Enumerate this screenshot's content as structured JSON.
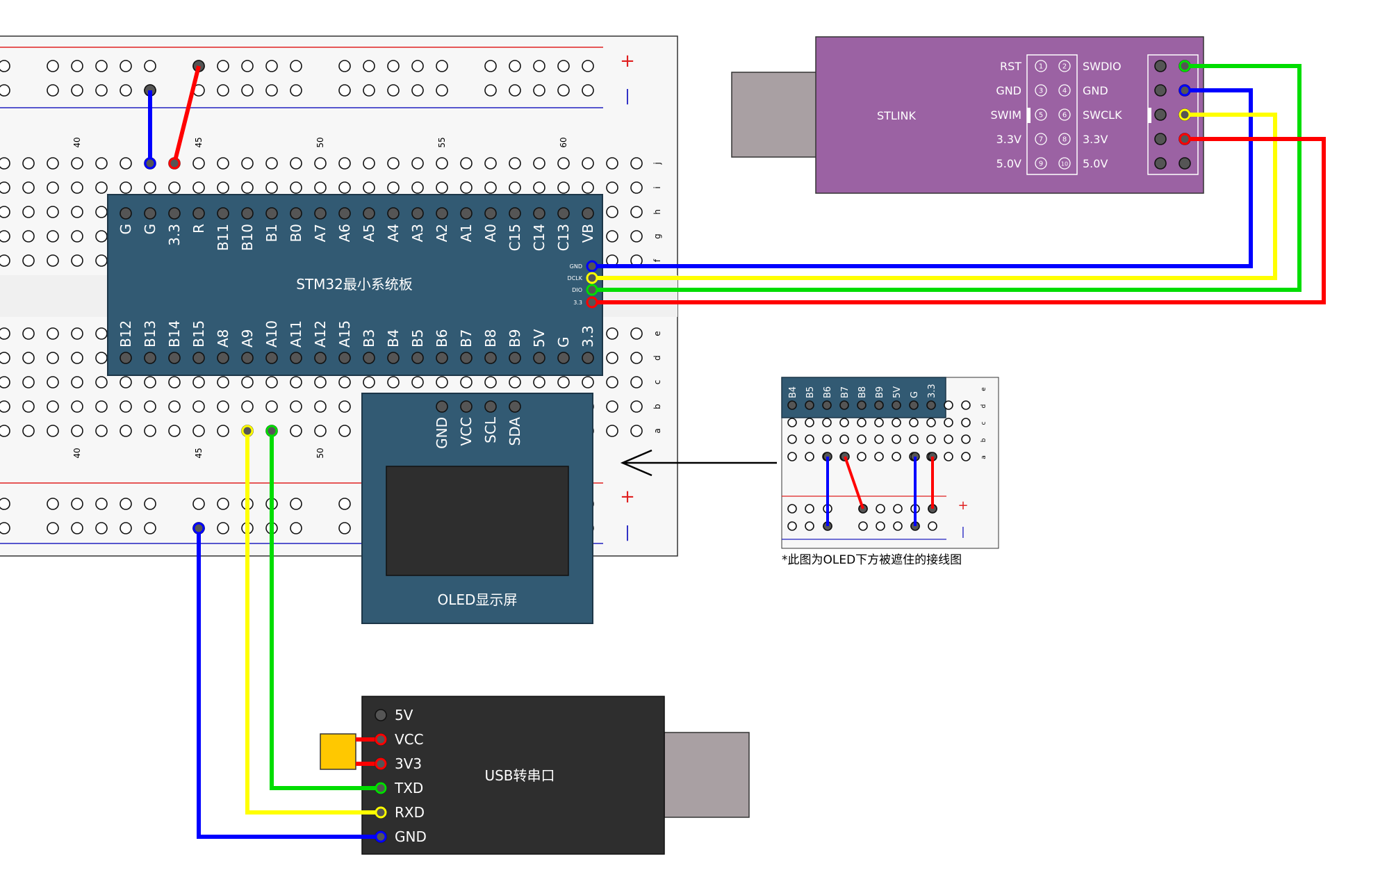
{
  "breadboard": {
    "plus_symbol": "+",
    "minus_symbol": "|",
    "column_numbers_top": [
      "40",
      "45",
      "50",
      "55",
      "60"
    ],
    "column_numbers_bottom": [
      "40",
      "45",
      "50"
    ],
    "row_letters_top": [
      "j",
      "i",
      "h",
      "g",
      "f"
    ],
    "row_letters_bottom": [
      "e",
      "d",
      "c",
      "b",
      "a"
    ]
  },
  "stm32": {
    "title": "STM32最小系统板",
    "top_pins": [
      "G",
      "G",
      "3.3",
      "R",
      "B11",
      "B10",
      "B1",
      "B0",
      "A7",
      "A6",
      "A5",
      "A4",
      "A3",
      "A2",
      "A1",
      "A0",
      "C15",
      "C14",
      "C13",
      "VB"
    ],
    "bottom_pins": [
      "B12",
      "B13",
      "B14",
      "B15",
      "A8",
      "A9",
      "A10",
      "A11",
      "A12",
      "A15",
      "B3",
      "B4",
      "B5",
      "B6",
      "B7",
      "B8",
      "B9",
      "5V",
      "G",
      "3.3"
    ],
    "debug_pins": [
      "GND",
      "DCLK",
      "DIO",
      "3.3"
    ]
  },
  "stlink": {
    "title": "STLINK",
    "left_labels": [
      "RST",
      "GND",
      "SWIM",
      "3.3V",
      "5.0V"
    ],
    "right_labels": [
      "SWDIO",
      "GND",
      "SWCLK",
      "3.3V",
      "5.0V"
    ],
    "pin_numbers": [
      "1",
      "2",
      "3",
      "4",
      "5",
      "6",
      "7",
      "8",
      "9",
      "10"
    ]
  },
  "oled": {
    "title": "OLED显示屏",
    "pins": [
      "GND",
      "VCC",
      "SCL",
      "SDA"
    ]
  },
  "usb_serial": {
    "title": "USB转串口",
    "pins": [
      "5V",
      "VCC",
      "3V3",
      "TXD",
      "RXD",
      "GND"
    ]
  },
  "inset": {
    "pins": [
      "B4",
      "B5",
      "B6",
      "B7",
      "B8",
      "B9",
      "5V",
      "G",
      "3.3"
    ],
    "row_letters": [
      "e",
      "d",
      "c",
      "b",
      "a"
    ],
    "plus_symbol": "+",
    "minus_symbol": "|",
    "caption": "*此图为OLED下方被遮住的接线图"
  },
  "colors": {
    "board_blue": "#325a73",
    "stlink_purple": "#9b62a3",
    "usb_dark": "#2e2e2e",
    "usb_plug": "#a9a0a3",
    "wire_red": "#ff0000",
    "wire_blue": "#0000ff",
    "wire_green": "#00dd00",
    "wire_yellow": "#ffff00",
    "jumper_yellow": "#ffc800"
  }
}
